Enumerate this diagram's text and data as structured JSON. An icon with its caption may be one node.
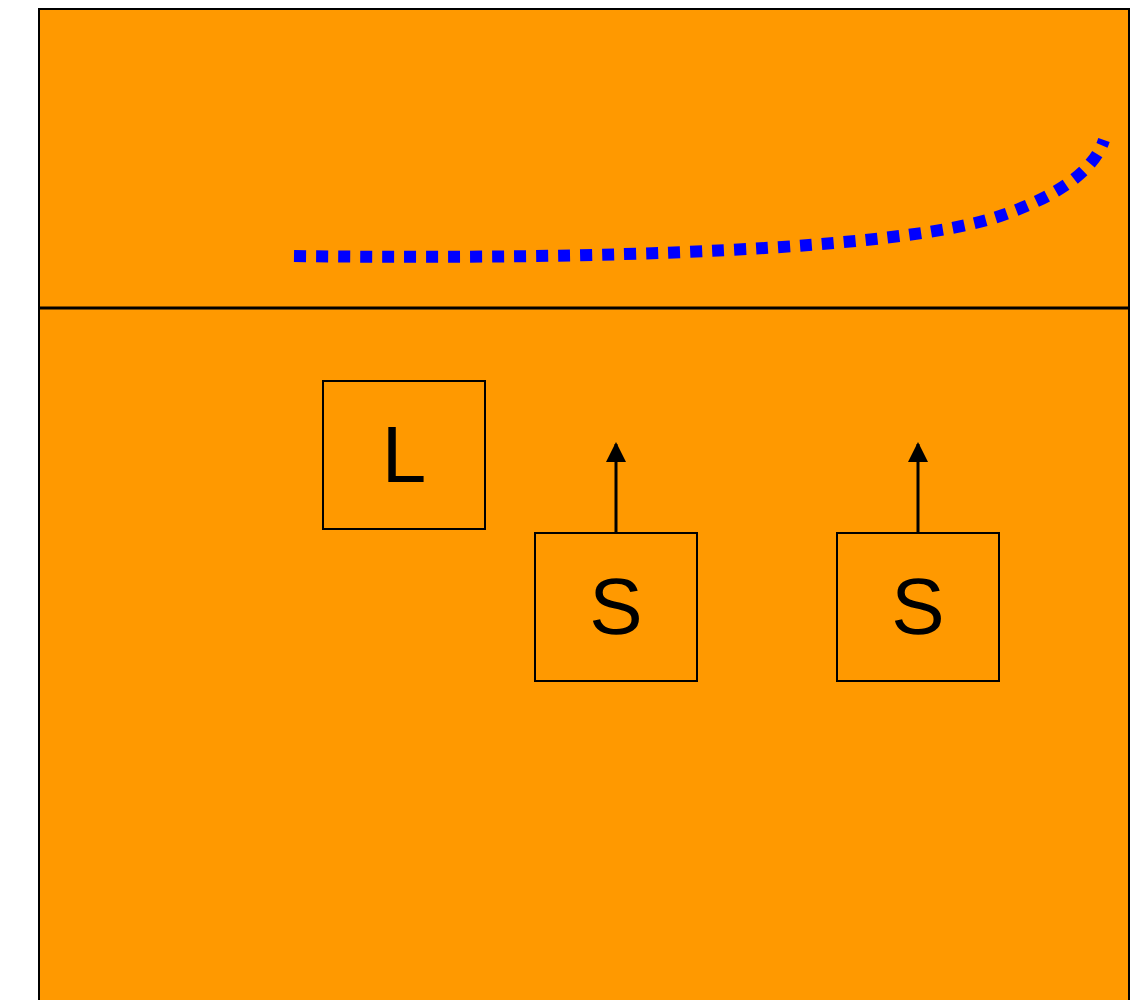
{
  "diagram": {
    "nodes": [
      {
        "text": [
          "L"
        ]
      },
      {
        "text": [
          "S"
        ]
      },
      {
        "text": [
          "S"
        ]
      }
    ],
    "edges": [
      {
        "from": 1,
        "to": null,
        "arrow": "to"
      },
      {
        "from": 2,
        "to": null,
        "arrow": "to"
      }
    ]
  }
}
